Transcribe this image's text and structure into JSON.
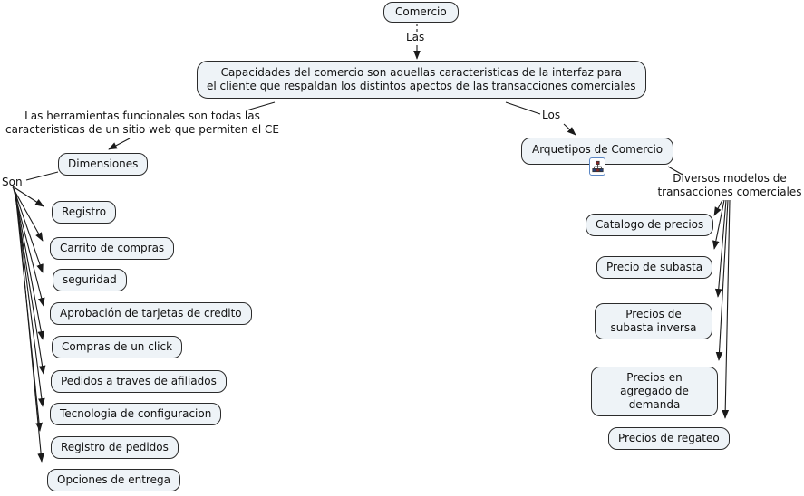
{
  "root": {
    "label": "Comercio"
  },
  "links": {
    "las": "Las",
    "los": "Los",
    "son": "Son"
  },
  "definition": {
    "line1": "Capacidades del comercio son aquellas caracteristicas de la interfaz para",
    "line2": "el cliente que respaldan los distintos apectos de las transacciones comerciales"
  },
  "left": {
    "annotation": {
      "line1": "Las herramientas funcionales son todas las",
      "line2": "caracteristicas de un sitio web que permiten el CE"
    },
    "header": "Dimensiones",
    "nodes": [
      "Registro",
      "Carrito de compras",
      "seguridad",
      "Aprobación de tarjetas de credito",
      "Compras de un click",
      "Pedidos a traves de afiliados",
      "Tecnologia de configuracion",
      "Registro de pedidos",
      "Opciones de entrega"
    ]
  },
  "right": {
    "header": "Arquetipos de Comercio",
    "header_icon": "cmap-hierarchy-icon",
    "annotation": {
      "line1": "Diversos modelos de",
      "line2": "transacciones comerciales"
    },
    "nodes": [
      "Catalogo de precios",
      "Precio de subasta",
      "Precios de subasta inversa",
      "Precios en agregado de demanda",
      "Precios de regateo"
    ]
  },
  "colors": {
    "node_fill": "#eef3f7",
    "node_border": "#2b2b2b",
    "line": "#1a1a1a",
    "icon_frame": "#5b87c5"
  }
}
